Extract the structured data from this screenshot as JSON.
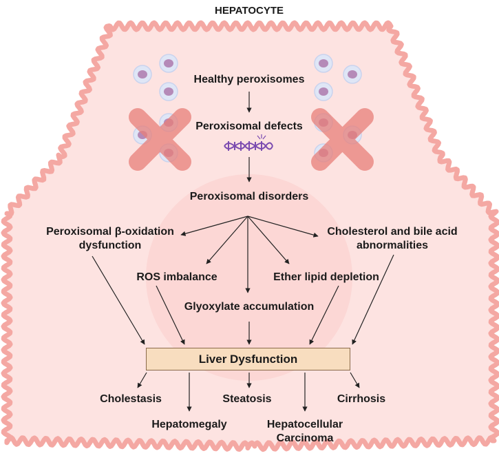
{
  "title": "HEPATOCYTE",
  "nodes": {
    "healthy": "Healthy peroxisomes",
    "defects": "Peroxisomal defects",
    "disorders": "Peroxisomal disorders",
    "beta_ox": "Peroxisomal β-oxidation dysfunction",
    "cholesterol": "Cholesterol and bile acid abnormalities",
    "ros": "ROS imbalance",
    "ether": "Ether lipid depletion",
    "glyoxylate": "Glyoxylate accumulation",
    "liver": "Liver Dysfunction",
    "cholestasis": "Cholestasis",
    "steatosis": "Steatosis",
    "cirrhosis": "Cirrhosis",
    "hepatomegaly": "Hepatomegaly",
    "hcc": "Hepatocellular Carcinoma"
  },
  "colors": {
    "cell_fill": "#fde3e1",
    "cell_stroke": "#f4a8a3",
    "inner_circle": "#fbd5d2",
    "cross": "#e8807a",
    "peroxisome_outer": "#dfe6f6",
    "peroxisome_inner": "#b58ab8",
    "dna": "#7b4bb0",
    "liver_box_fill": "#f8ddbf",
    "arrow": "#222222"
  }
}
